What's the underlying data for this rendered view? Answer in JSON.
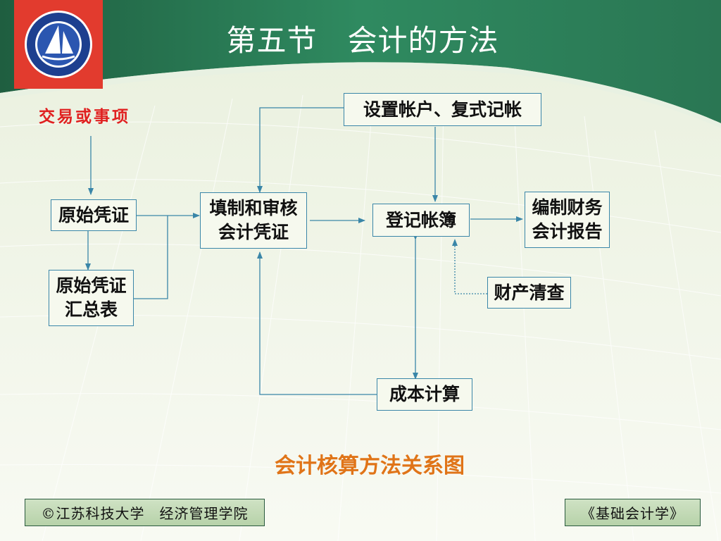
{
  "slide": {
    "title": "第五节　会计的方法",
    "caption": "会计核算方法关系图"
  },
  "diagram": {
    "start": "交易或事项",
    "nodes": {
      "original_voucher": "原始凭证",
      "voucher_summary_line1": "原始凭证",
      "voucher_summary_line2": "汇总表",
      "fill_review_line1": "填制和审核",
      "fill_review_line2": "会计凭证",
      "accounts_double": "设置帐户、复式记帐",
      "ledger": "登记帐簿",
      "statements_line1": "编制财务",
      "statements_line2": "会计报告",
      "inventory_check": "财产清查",
      "cost_calc": "成本计算"
    }
  },
  "footer": {
    "left": "©江苏科技大学　经济管理学院",
    "right": "《基础会计学》"
  },
  "colors": {
    "header_green": "#2e7d5b",
    "dark_green": "#1d5a3c",
    "logo_red": "#e23b2e",
    "connector": "#3a86a8",
    "start_text": "#e02020",
    "caption": "#e07418"
  }
}
